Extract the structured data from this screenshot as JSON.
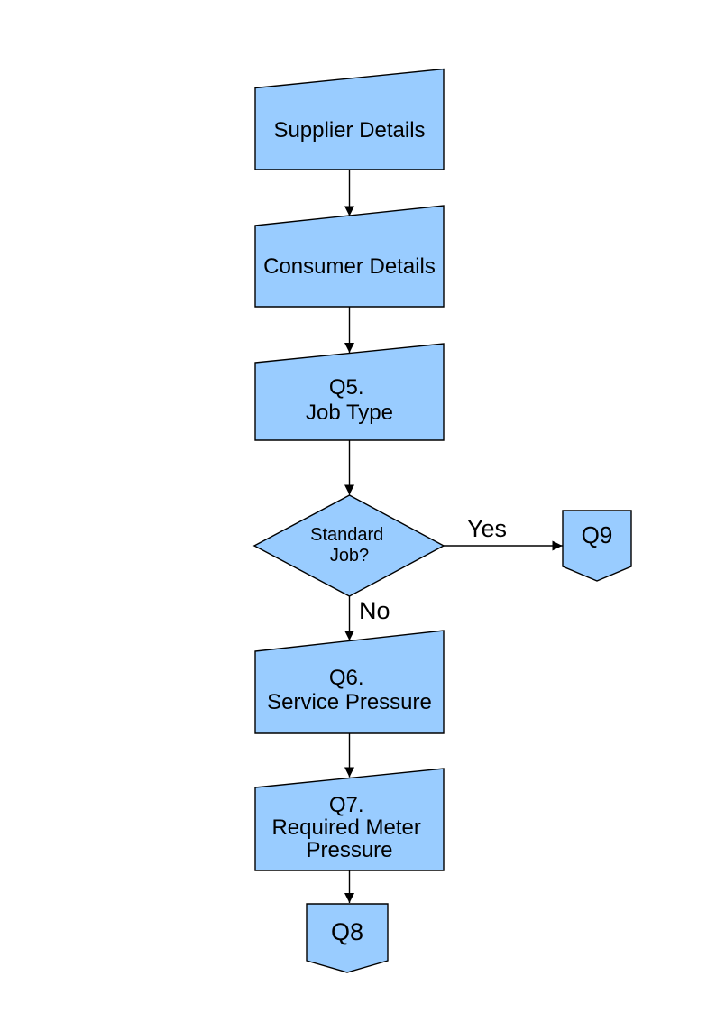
{
  "diagram": {
    "type": "flowchart",
    "shape_fill": "#99ccff",
    "shape_stroke": "#000000",
    "line_color": "#000000",
    "text_color": "#000000",
    "background_color": "#ffffff",
    "nodes": [
      {
        "id": "supplier-details",
        "shape": "manual-input",
        "lines": [
          "Supplier Details"
        ]
      },
      {
        "id": "consumer-details",
        "shape": "manual-input",
        "lines": [
          "Consumer Details"
        ]
      },
      {
        "id": "q5-job-type",
        "shape": "manual-input",
        "lines": [
          "Q5.",
          "Job Type"
        ]
      },
      {
        "id": "standard-job-decision",
        "shape": "decision",
        "lines": [
          "Standard",
          "Job?"
        ]
      },
      {
        "id": "q9-connector",
        "shape": "off-page-connector",
        "lines": [
          "Q9"
        ]
      },
      {
        "id": "q6-service-pressure",
        "shape": "manual-input",
        "lines": [
          "Q6.",
          "Service Pressure"
        ]
      },
      {
        "id": "q7-required-meter-pressure",
        "shape": "manual-input",
        "lines": [
          "Q7.",
          "Required Meter",
          "Pressure"
        ]
      },
      {
        "id": "q8-connector",
        "shape": "off-page-connector",
        "lines": [
          "Q8"
        ]
      }
    ],
    "edges": [
      {
        "from": "supplier-details",
        "to": "consumer-details",
        "label": ""
      },
      {
        "from": "consumer-details",
        "to": "q5-job-type",
        "label": ""
      },
      {
        "from": "q5-job-type",
        "to": "standard-job-decision",
        "label": ""
      },
      {
        "from": "standard-job-decision",
        "to": "q9-connector",
        "label": "Yes"
      },
      {
        "from": "standard-job-decision",
        "to": "q6-service-pressure",
        "label": "No"
      },
      {
        "from": "q6-service-pressure",
        "to": "q7-required-meter-pressure",
        "label": ""
      },
      {
        "from": "q7-required-meter-pressure",
        "to": "q8-connector",
        "label": ""
      }
    ],
    "labels": {
      "yes": "Yes",
      "no": "No"
    }
  }
}
